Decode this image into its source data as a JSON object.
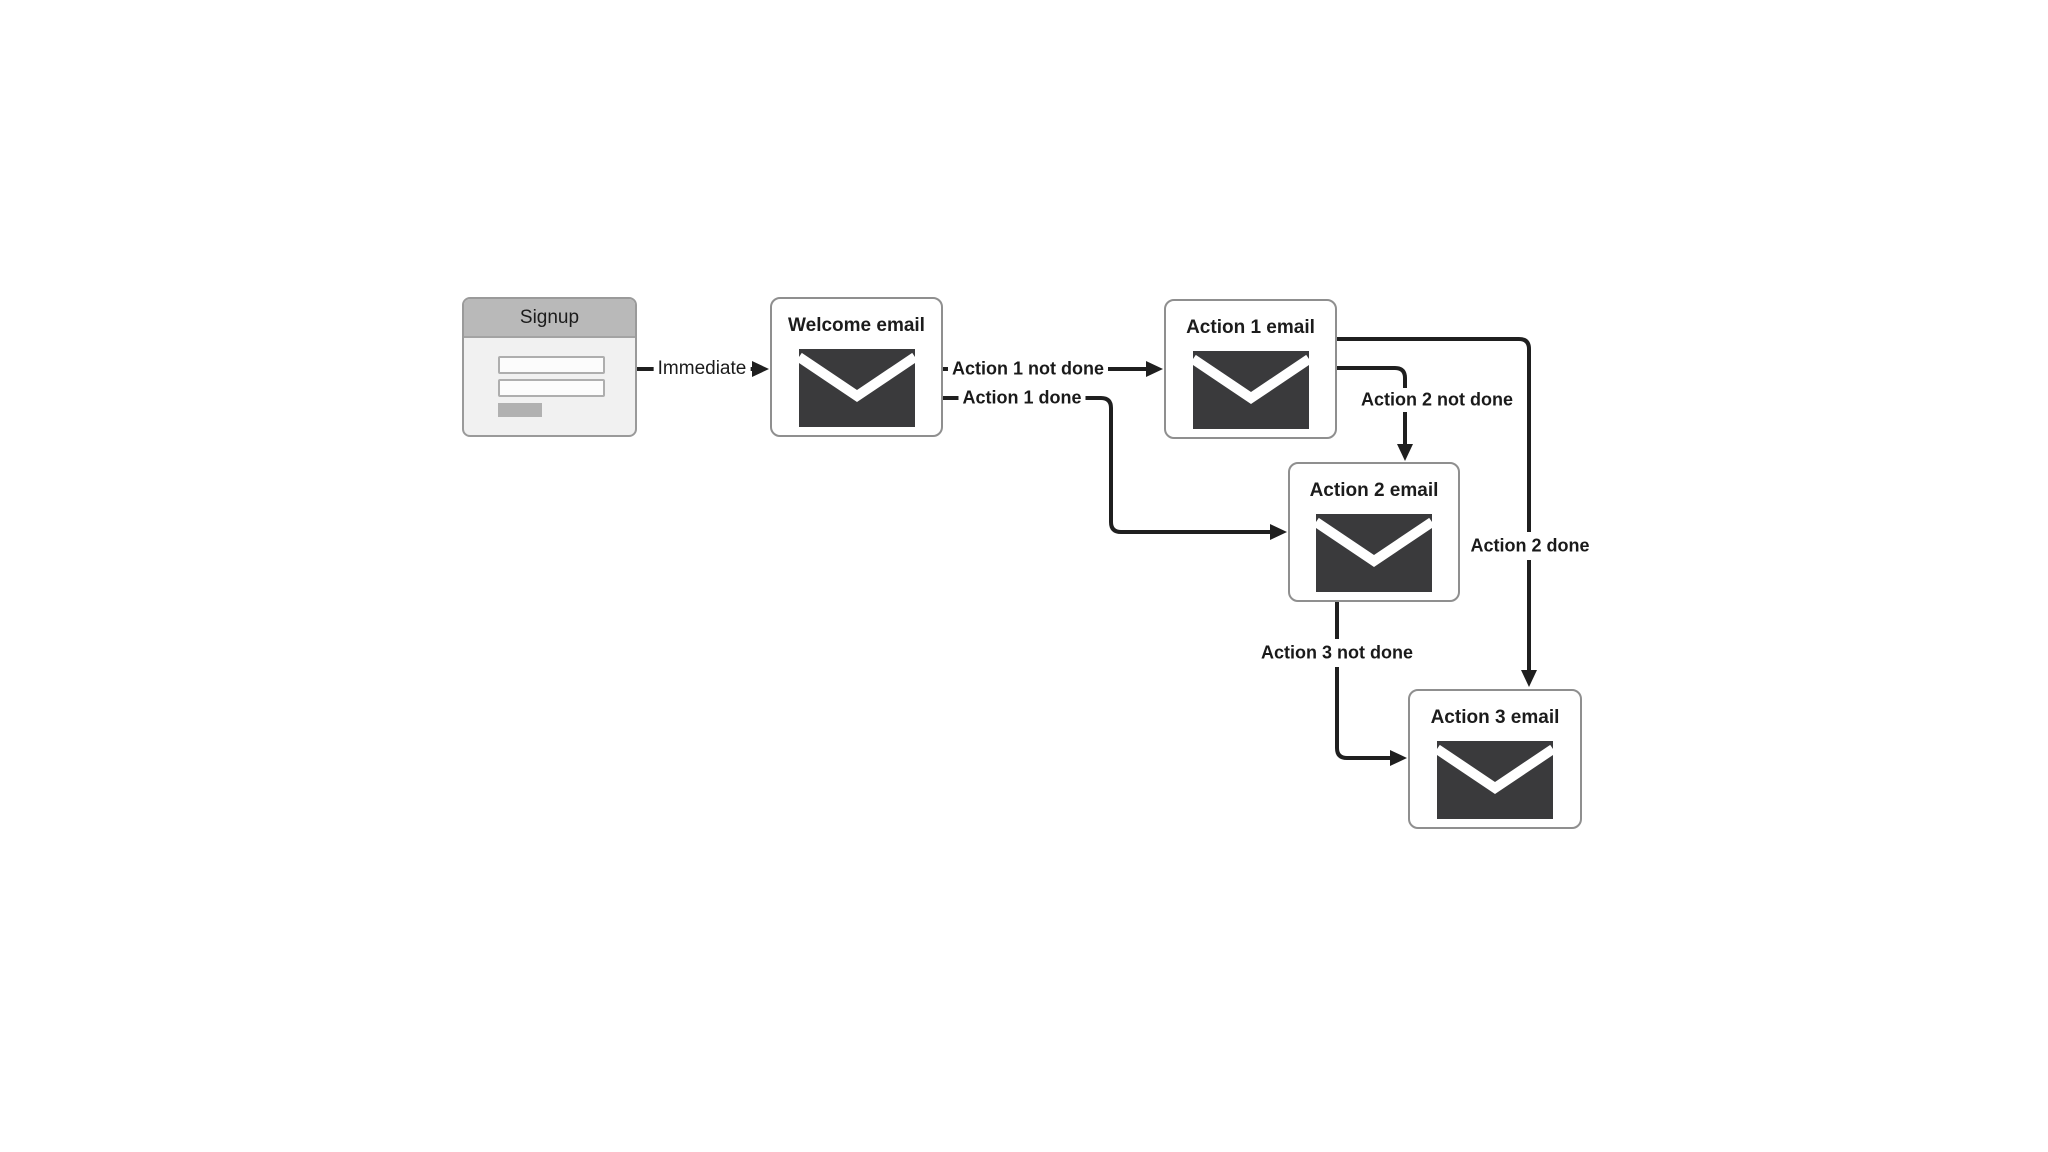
{
  "diagram": {
    "background_color": "#ffffff",
    "line_color": "#1f1f1f",
    "node_border_color": "#8f8f8f",
    "envelope_color": "#3a3a3c",
    "signup": {
      "title": "Signup",
      "header_color": "#b9b9b9",
      "body_color": "#f1f1f1"
    },
    "nodes": [
      {
        "id": "welcome-email",
        "title": "Welcome email"
      },
      {
        "id": "action-1-email",
        "title": "Action 1 email"
      },
      {
        "id": "action-2-email",
        "title": "Action 2 email"
      },
      {
        "id": "action-3-email",
        "title": "Action 3 email"
      }
    ],
    "edges": [
      {
        "id": "signup-to-welcome",
        "label": "Immediate",
        "from": "Signup",
        "to": "Welcome email"
      },
      {
        "id": "welcome-to-action1",
        "label": "Action 1 not done",
        "from": "Welcome email",
        "to": "Action 1 email"
      },
      {
        "id": "welcome-to-action2",
        "label": "Action 1 done",
        "from": "Welcome email",
        "to": "Action 2 email"
      },
      {
        "id": "action1-to-action2",
        "label": "Action 2 not done",
        "from": "Action 1 email",
        "to": "Action 2 email"
      },
      {
        "id": "action1-to-action3",
        "label": "Action 2 done",
        "from": "Action 1 email",
        "to": "Action 3 email"
      },
      {
        "id": "action2-to-action3",
        "label": "Action 3 not done",
        "from": "Action 2 email",
        "to": "Action 3 email"
      }
    ]
  }
}
